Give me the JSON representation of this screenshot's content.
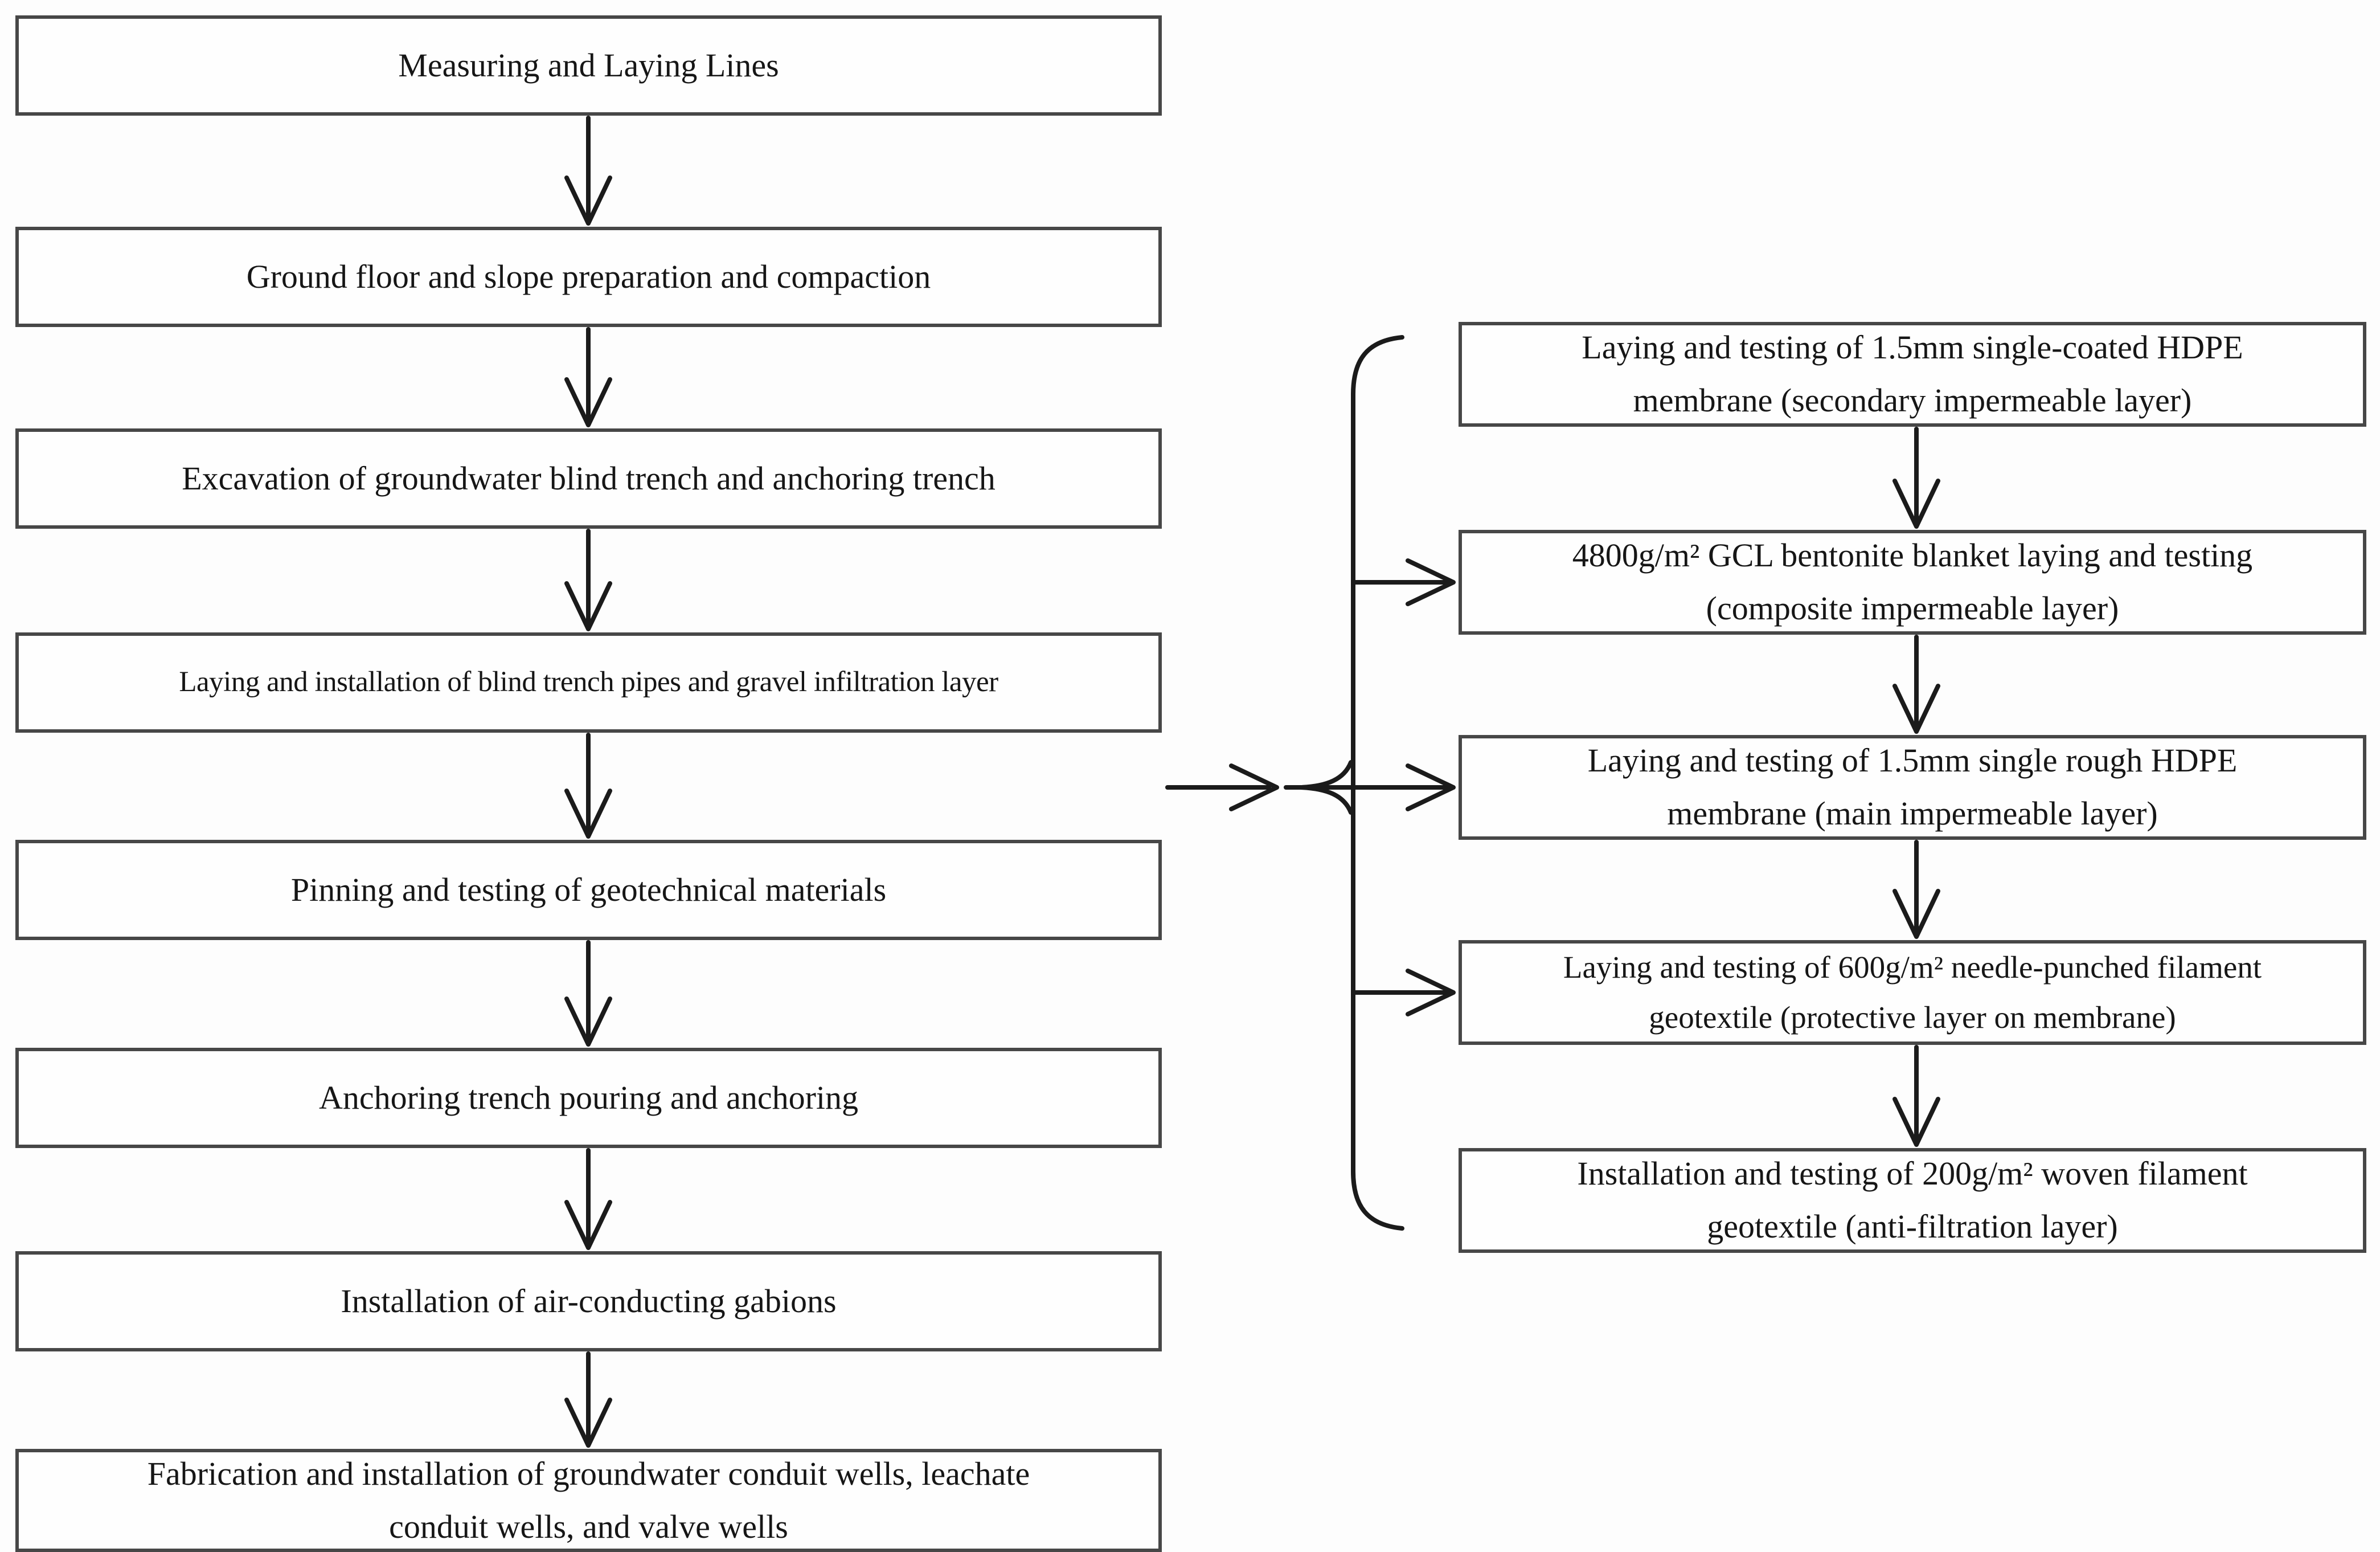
{
  "diagram": {
    "type": "flowchart",
    "colors": {
      "background": "#fdfdfd",
      "box_fill": "#fefefe",
      "box_border": "#474747",
      "line": "#1b1b1b",
      "text": "#161616"
    },
    "left_steps": [
      {
        "text": "Measuring and Laying Lines"
      },
      {
        "text": "Ground floor and slope preparation and compaction"
      },
      {
        "text": "Excavation of groundwater blind trench and anchoring trench"
      },
      {
        "text": "Laying and installation of blind trench pipes and gravel infiltration layer"
      },
      {
        "text": "Pinning and testing of geotechnical materials"
      },
      {
        "text": "Anchoring trench pouring and anchoring"
      },
      {
        "text": "Installation of air-conducting gabions"
      },
      {
        "text": "Fabrication and installation of groundwater conduit wells, leachate\nconduit wells, and valve wells"
      }
    ],
    "right_steps": [
      {
        "text": "Laying and testing of 1.5mm single-coated HDPE\nmembrane (secondary impermeable layer)"
      },
      {
        "text": "4800g/m² GCL bentonite blanket laying and testing\n(composite impermeable layer)"
      },
      {
        "text": "Laying and testing of 1.5mm single rough HDPE\nmembrane (main impermeable layer)"
      },
      {
        "text": "Laying and testing of 600g/m² needle-punched filament\ngeotextile (protective layer on membrane)"
      },
      {
        "text": "Installation and testing of 200g/m² woven filament\ngeotextile (anti-filtration layer)"
      }
    ]
  }
}
